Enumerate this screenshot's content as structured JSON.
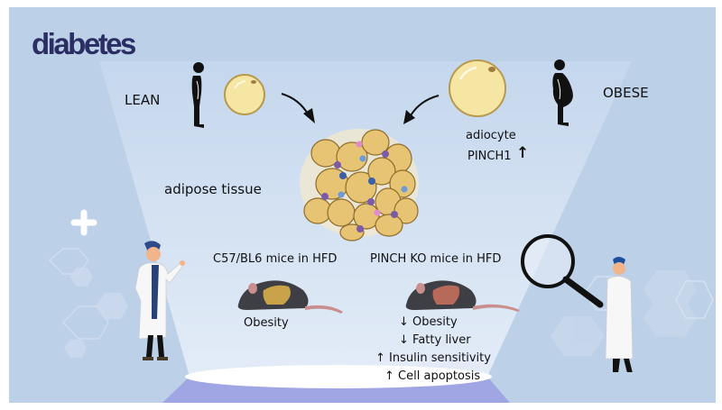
{
  "figure": {
    "brand": "diabetes",
    "colors": {
      "background": "#bcd0e8",
      "spotlight": "#dce7f4",
      "stage_floor": "#a0a6e4",
      "brand_text": "#2b2e63",
      "adipocyte_fill": "#f6e6a4",
      "adipocyte_border": "#b79a4e",
      "fatty_liver": "#c9a24a",
      "normal_liver": "#b86a5a",
      "mouse_body": "#3d3f44"
    }
  },
  "top_row": {
    "lean_label": "LEAN",
    "obese_label": "OBESE",
    "adipocyte_label": "adiocyte",
    "pinch1_label": "PINCH1",
    "pinch1_trend": "↑"
  },
  "middle": {
    "adipose_label": "adipose tissue"
  },
  "mice": {
    "control": {
      "title": "C57/BL6 mice in HFD",
      "outcomes": [
        "Obesity"
      ]
    },
    "knockout": {
      "title": "PINCH KO mice in HFD",
      "outcomes": [
        {
          "arrow": "↓",
          "text": "Obesity"
        },
        {
          "arrow": "↓",
          "text": "Fatty liver"
        },
        {
          "arrow": "↑",
          "text": "Insulin sensitivity"
        },
        {
          "arrow": "↑",
          "text": "Cell apoptosis"
        }
      ]
    }
  }
}
